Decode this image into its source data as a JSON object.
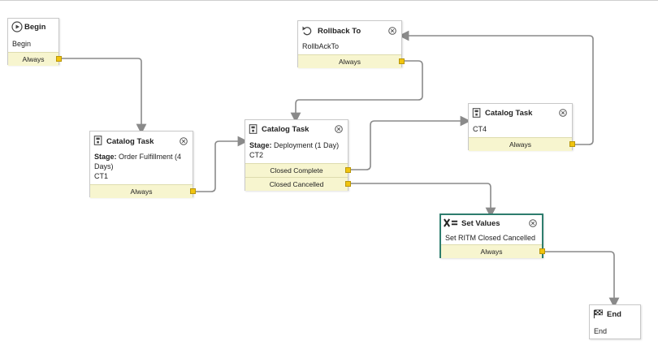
{
  "nodes": {
    "begin": {
      "title": "Begin",
      "subtitle": "Begin",
      "conditions": [
        "Always"
      ]
    },
    "rollback": {
      "title": "Rollback To",
      "subtitle": "RollbAckTo",
      "conditions": [
        "Always"
      ]
    },
    "ct1": {
      "title": "Catalog Task",
      "stage_label": "Stage:",
      "stage_value": "Order Fulfillment (4 Days)",
      "name": "CT1",
      "conditions": [
        "Always"
      ]
    },
    "ct2": {
      "title": "Catalog Task",
      "stage_label": "Stage:",
      "stage_value": "Deployment (1 Day)",
      "name": "CT2",
      "conditions": [
        "Closed Complete",
        "Closed Cancelled"
      ]
    },
    "ct4": {
      "title": "Catalog Task",
      "name": "CT4",
      "conditions": [
        "Always"
      ]
    },
    "setvalues": {
      "title": "Set Values",
      "subtitle": "Set RITM Closed Cancelled",
      "conditions": [
        "Always"
      ]
    },
    "end": {
      "title": "End",
      "subtitle": "End"
    }
  },
  "colors": {
    "connector": "#8a8a8a",
    "condition_bg": "#f7f5cf",
    "port": "#f1c40f",
    "selected_border": "#2e7d6e"
  },
  "icons": {
    "begin": "play-circle-icon",
    "rollback": "undo-arrow-icon",
    "catalog_task": "catalog-task-icon",
    "set_values": "set-values-icon",
    "end": "checkered-flag-icon",
    "close": "close-circle-icon"
  }
}
